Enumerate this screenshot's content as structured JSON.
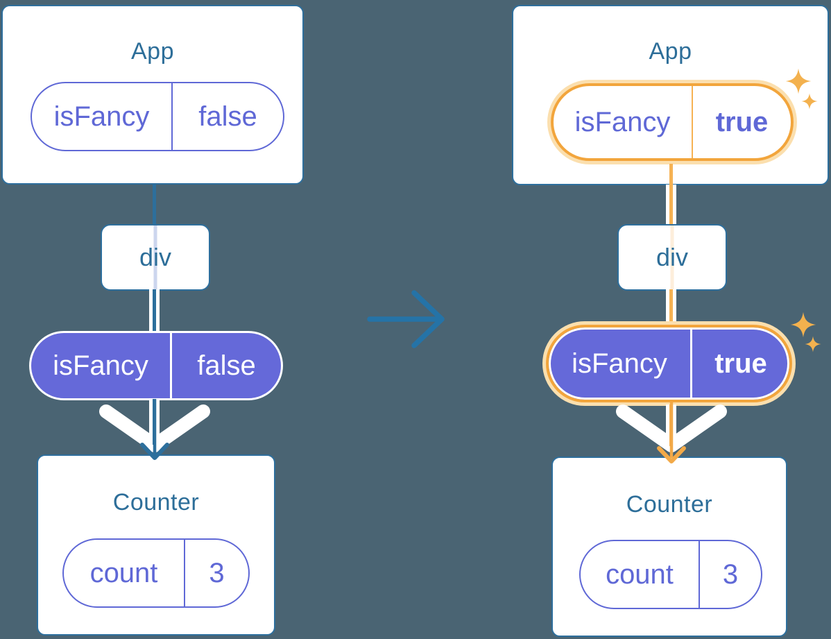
{
  "left": {
    "app_title": "App",
    "app_prop": {
      "name": "isFancy",
      "value": "false"
    },
    "div_label": "div",
    "passed_prop": {
      "name": "isFancy",
      "value": "false"
    },
    "counter_title": "Counter",
    "counter_state": {
      "name": "count",
      "value": "3"
    }
  },
  "right": {
    "app_title": "App",
    "app_prop": {
      "name": "isFancy",
      "value": "true"
    },
    "div_label": "div",
    "passed_prop": {
      "name": "isFancy",
      "value": "true"
    },
    "counter_title": "Counter",
    "counter_state": {
      "name": "count",
      "value": "3"
    }
  },
  "icons": {
    "transition_arrow": "right-arrow-icon",
    "flow_chevron": "down-chevron-icon",
    "flow_arrow": "down-arrow-icon",
    "sparkles": "sparkle-icon"
  },
  "colors": {
    "background": "#4a6473",
    "card_border": "#2e6f9d",
    "title_text": "#2d6e99",
    "purple_outline": "#5f68d6",
    "purple_fill": "#6569d9",
    "blue_connector": "#2d6f9c",
    "middle_arrow": "#2573a7",
    "lavender_line": "#ccd6ee",
    "cream_line": "#fdeedb",
    "orange_ring": "#f2a53c",
    "orange_line": "#f6b253",
    "peach_glow": "#fbdfae",
    "sparkle": "#f3b14e"
  }
}
